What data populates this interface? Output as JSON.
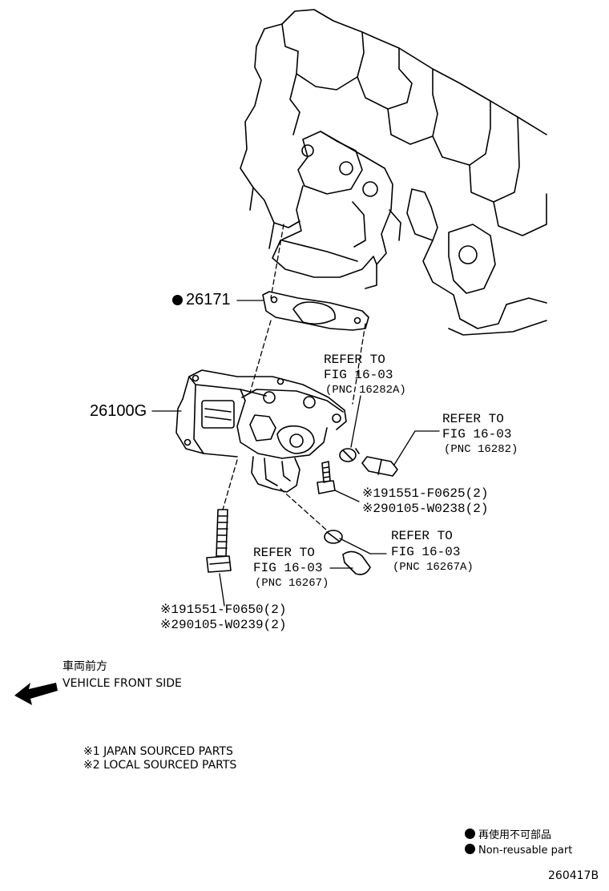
{
  "parts": {
    "gasket": "26171",
    "valve_assy": "26100G"
  },
  "refers": {
    "top": {
      "line1": "REFER TO",
      "line2": "FIG 16-03",
      "pnc": "(PNC 16282A)"
    },
    "right": {
      "line1": "REFER TO",
      "line2": "FIG 16-03",
      "pnc": "(PNC 16282)"
    },
    "lower_right": {
      "line1": "REFER TO",
      "line2": "FIG 16-03",
      "pnc": "(PNC 16267A)"
    },
    "lower_left": {
      "line1": "REFER TO",
      "line2": "FIG 16-03",
      "pnc": "(PNC 16267)"
    }
  },
  "bolts": {
    "upper": {
      "line1": "※191551-F0625(2)",
      "line2": "※290105-W0238(2)"
    },
    "lower": {
      "line1": "※191551-F0650(2)",
      "line2": "※290105-W0239(2)"
    }
  },
  "direction": {
    "jp": "車両前方",
    "en": "VEHICLE FRONT SIDE"
  },
  "notes": {
    "note1": "※1 JAPAN SOURCED PARTS",
    "note2": "※2 LOCAL SOURCED PARTS"
  },
  "legend": {
    "jp": "再使用不可部品",
    "en": "Non-reusable part"
  },
  "diagram_id": "260417B"
}
